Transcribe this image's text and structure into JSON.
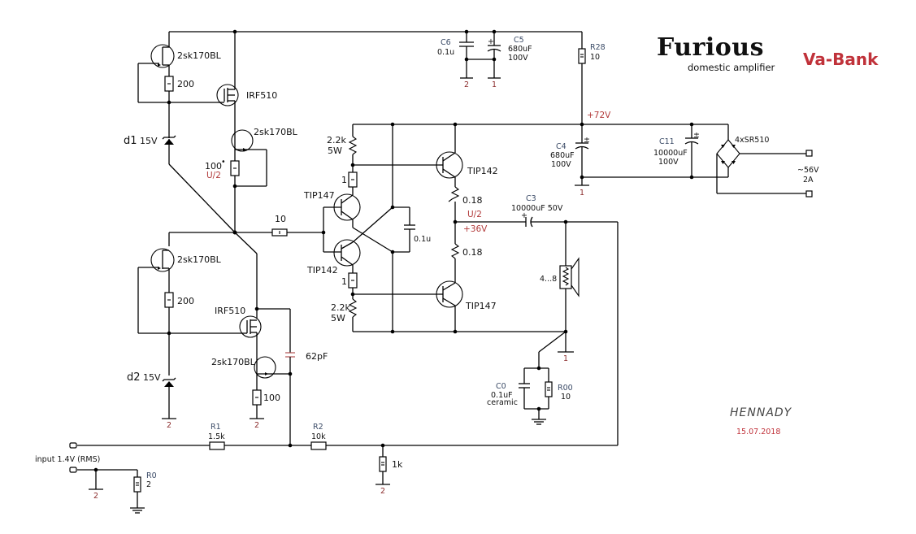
{
  "header": {
    "title": "Furious",
    "subtitle": "domestic amplifier",
    "variant": "Va-Bank"
  },
  "footer": {
    "author": "HENNADY",
    "date": "15.07.2018"
  },
  "colors": {
    "accent_red": "#c0323a",
    "ref_blue": "#3a4a66",
    "wire": "#000000"
  },
  "supply": {
    "c6": {
      "ref": "C6",
      "value": "0.1u"
    },
    "c5": {
      "ref": "C5",
      "value": "680uF",
      "voltage": "100V"
    },
    "r28": {
      "ref": "R28",
      "value": "10"
    },
    "rail_label": "+72V",
    "c4": {
      "ref": "C4",
      "value": "680uF",
      "voltage": "100V"
    },
    "c11": {
      "ref": "C11",
      "value": "10000uF",
      "voltage": "100V"
    },
    "bridge": "4xSR510",
    "ac_in": "~56V",
    "ac_current": "2A",
    "gnd_c6": "2",
    "gnd_c5": "1",
    "gnd_c4": "1"
  },
  "upper_stage": {
    "jfet1": "2sk170BL",
    "r_200": "200",
    "mosfet": "IRF510",
    "jfet2": "2sk170BL",
    "r_100": "100",
    "r_100_mark": "•",
    "r_100_note": "U/2",
    "zener": "d1",
    "zener_v": "15V"
  },
  "lower_stage": {
    "jfet1": "2sk170BL",
    "r_200": "200",
    "mosfet": "IRF510",
    "jfet2": "2sk170BL",
    "r_100": "100",
    "zener": "d2",
    "zener_v": "15V",
    "cap_62": "62pF",
    "gnd_zener": "2",
    "gnd_r100": "2"
  },
  "driver": {
    "r10": "10",
    "r_top": "2.2k",
    "r_top_w": "5W",
    "r1_top": "1",
    "q_tip147_drv": "TIP147",
    "q_tip142_drv": "TIP142",
    "cap": "0.1u",
    "r1_bot": "1",
    "r_bot": "2.2k",
    "r_bot_w": "5W"
  },
  "output": {
    "q_top": "TIP142",
    "re_top": "0.18",
    "mid_label": "U/2",
    "mid_voltage": "+36V",
    "re_bot": "0.18",
    "q_bot": "TIP147",
    "c3": {
      "ref": "C3",
      "value": "10000uF 50V"
    },
    "speaker": "4...8",
    "gnd_spk": "1",
    "c0": {
      "ref": "C0",
      "value": "0.1uF",
      "type": "ceramic"
    },
    "r00": {
      "ref": "R00",
      "value": "10"
    }
  },
  "input": {
    "label": "input 1.4V (RMS)",
    "r1": {
      "ref": "R1",
      "value": "1.5k"
    },
    "r2": {
      "ref": "R2",
      "value": "10k"
    },
    "r_fb": "1k",
    "r0": {
      "ref": "R0",
      "value": "2"
    },
    "gnd_in": "2",
    "gnd_fb": "2"
  }
}
